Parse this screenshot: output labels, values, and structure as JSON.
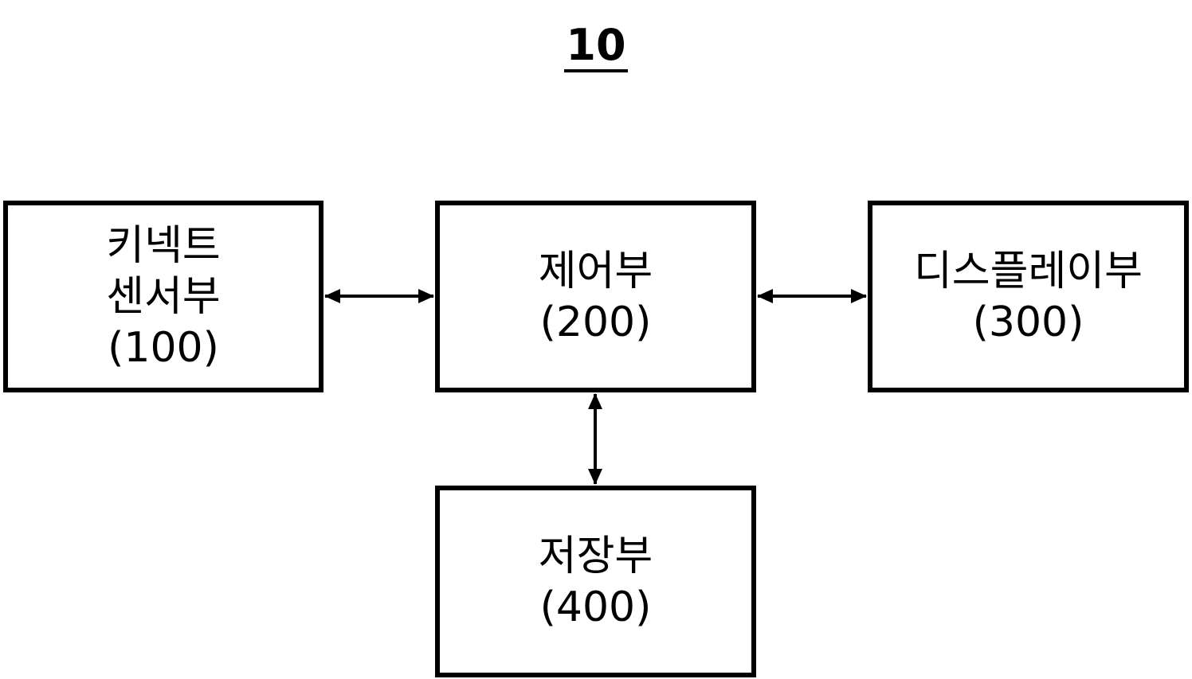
{
  "diagram": {
    "title": "10",
    "blocks": [
      {
        "id": "100",
        "lines": [
          "키넥트",
          "센서부",
          "(100)"
        ]
      },
      {
        "id": "200",
        "lines": [
          "제어부",
          "(200)"
        ]
      },
      {
        "id": "300",
        "lines": [
          "디스플레이부",
          "(300)"
        ]
      },
      {
        "id": "400",
        "lines": [
          "저장부",
          "(400)"
        ]
      }
    ],
    "connections": [
      {
        "from": "100",
        "to": "200",
        "bidirectional": true
      },
      {
        "from": "200",
        "to": "300",
        "bidirectional": true
      },
      {
        "from": "200",
        "to": "400",
        "bidirectional": true
      }
    ],
    "colors": {
      "stroke": "#000000",
      "background": "#ffffff"
    }
  }
}
